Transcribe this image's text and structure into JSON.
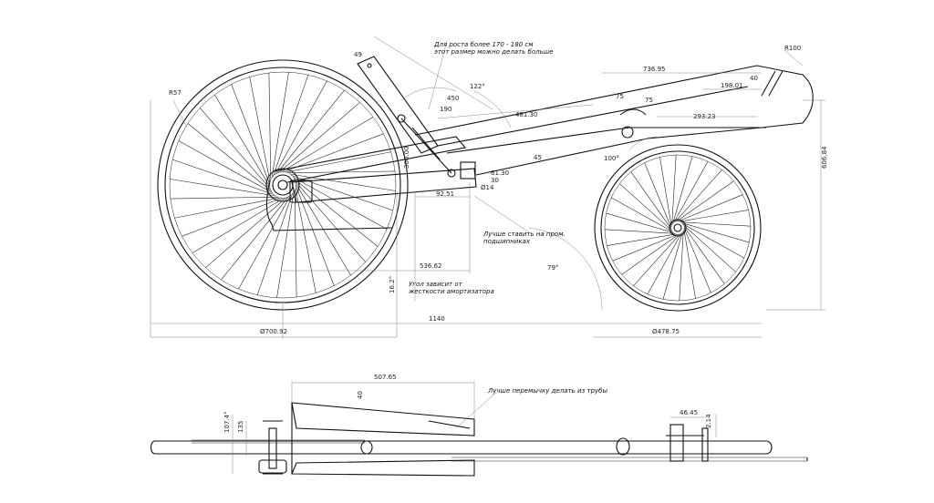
{
  "notes": {
    "tall_rider_1": "Для роста более 170 - 180 см",
    "tall_rider_2": "этот размер можно делать больше",
    "bearings_1": "Лучше ставить на пром.",
    "bearings_2": "подшипниках",
    "angle_1": "Угол зависит от",
    "angle_2": "жесткости амортизатора",
    "crossbar": "Лучше перемычку делать из трубы"
  },
  "dimensions": {
    "r100": "R100",
    "r57": "R57",
    "d736": "736.95",
    "d198": "198.01",
    "d40": "40",
    "d49": "49",
    "d122": "122°",
    "d450": "450",
    "d190": "190",
    "d481": "481.30",
    "d293": "293.23",
    "d75a": "75",
    "d75b": "75",
    "d45": "45",
    "d100": "100°",
    "d606": "606.84",
    "d61": "61.30",
    "d30": "30",
    "d14": "Ø14",
    "d92": "92.51",
    "d300": "300.00",
    "d536": "536.62",
    "d162": "16.2°",
    "d79": "79°",
    "d1140": "1140",
    "d700": "Ø700.92",
    "d478": "Ø478.75",
    "d507": "507.65",
    "d40b": "40",
    "d46": "46.45",
    "d214": "2.14",
    "d135": "135",
    "d1074": "107.4°"
  }
}
